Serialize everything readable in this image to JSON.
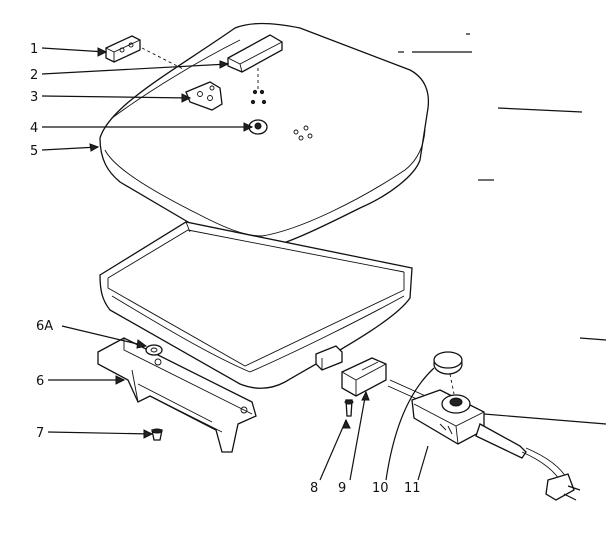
{
  "callouts": [
    {
      "id": "c1",
      "label": "1"
    },
    {
      "id": "c2",
      "label": "2"
    },
    {
      "id": "c3",
      "label": "3"
    },
    {
      "id": "c4",
      "label": "4"
    },
    {
      "id": "c5",
      "label": "5"
    },
    {
      "id": "c6a",
      "label": "6A"
    },
    {
      "id": "c6",
      "label": "6"
    },
    {
      "id": "c7",
      "label": "7"
    },
    {
      "id": "c8",
      "label": "8"
    },
    {
      "id": "c9",
      "label": "9"
    },
    {
      "id": "c10",
      "label": "10"
    },
    {
      "id": "c11",
      "label": "11"
    }
  ]
}
